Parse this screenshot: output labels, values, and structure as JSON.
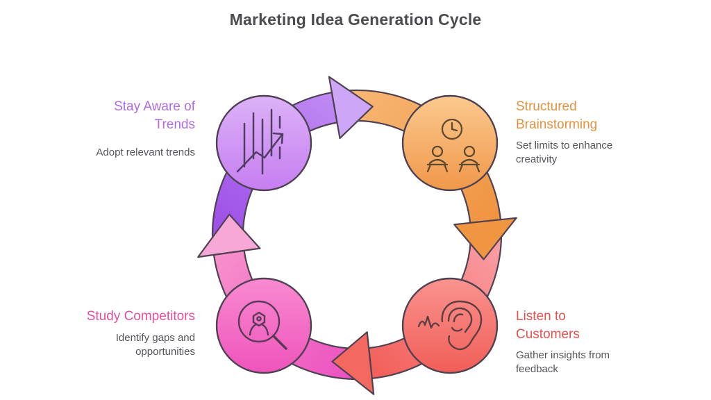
{
  "title": "Marketing Idea Generation Cycle",
  "cycle_direction": "clockwise",
  "theme": {
    "background": "#ffffff",
    "title_color": "#4c4b4f",
    "description_color": "#55545a",
    "outline_color": "#4e4152"
  },
  "nodes": [
    {
      "position": "top-left",
      "heading": "Stay Aware of\nTrends",
      "description": "Adopt relevant trends",
      "heading_color": "#b16ae2",
      "icon": "trend-chart-icon",
      "icon_stroke": "#503d62",
      "circle_gradient": [
        "#dcb2f8",
        "#c67ef0"
      ],
      "band_gradient": [
        "#9a49e6",
        "#bf8bf3"
      ],
      "arrow_fill": "#cda6f7"
    },
    {
      "position": "top-right",
      "heading": "Structured\nBrainstorming",
      "description": "Set limits to enhance\ncreativity",
      "heading_color": "#e2913f",
      "icon": "timed-brainstorm-people-clock-icon",
      "icon_stroke": "#5c4930",
      "circle_gradient": [
        "#fbc98f",
        "#f0984a"
      ],
      "band_gradient": [
        "#f8b977",
        "#ef9340"
      ],
      "arrow_fill": "#f09540"
    },
    {
      "position": "bottom-right",
      "heading": "Listen to\nCustomers",
      "description": "Gather insights from\nfeedback",
      "heading_color": "#e4534e",
      "icon": "listening-ear-icon",
      "icon_stroke": "#5e3d40",
      "circle_gradient": [
        "#f9938f",
        "#f15e57"
      ],
      "band_gradient": [
        "#faa3ab",
        "#f25e57"
      ],
      "arrow_fill": "#f4695f"
    },
    {
      "position": "bottom-left",
      "heading": "Study Competitors",
      "description": "Identify gaps and\nopportunities",
      "heading_color": "#e34fa1",
      "icon": "magnifier-person-icon",
      "icon_stroke": "#593a56",
      "circle_gradient": [
        "#f98ad1",
        "#ee54ba"
      ],
      "band_gradient": [
        "#eb4dbf",
        "#f791cc"
      ],
      "arrow_fill": "#f8a8d6"
    }
  ]
}
